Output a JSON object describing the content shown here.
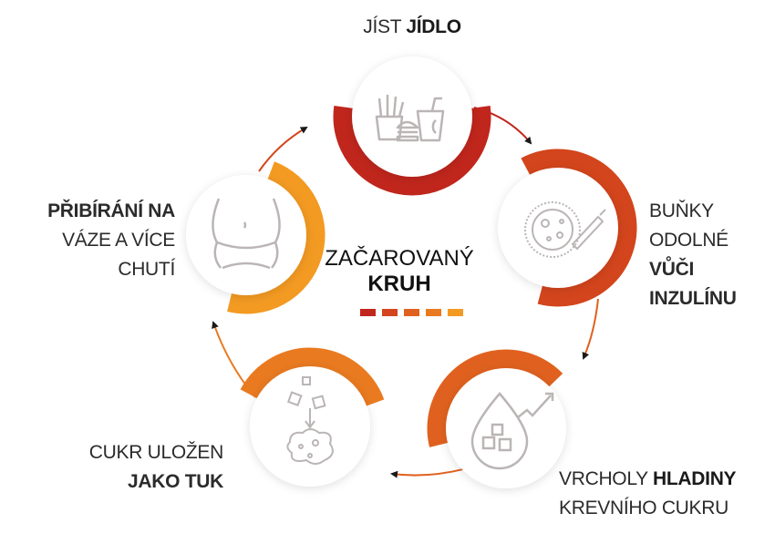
{
  "center": {
    "line1": "ZAČAROVANÝ",
    "line2": "KRUH"
  },
  "colors": [
    "#c0261c",
    "#d3451c",
    "#e0611f",
    "#e97a20",
    "#f39a22"
  ],
  "steps": [
    {
      "id": "eat",
      "normal": "JÍST ",
      "bold": "JÍDLO",
      "icon": "fast-food-icon"
    },
    {
      "id": "insulin",
      "line1": "BUŇKY",
      "line2": "ODOLNÉ",
      "line3": "VŮČI",
      "line4": "INZULÍNU",
      "icon": "cell-syringe-icon"
    },
    {
      "id": "sugar",
      "normal": "VRCHOLY ",
      "bold": "HLADINY",
      "line2": "KREVNÍHO CUKRU",
      "icon": "blood-sugar-icon"
    },
    {
      "id": "fat",
      "line1": "CUKR ULOŽEN",
      "line2": "JAKO TUK",
      "icon": "sugar-to-fat-icon"
    },
    {
      "id": "weight",
      "line1": "PŘIBÍRÁNÍ NA",
      "line2": "VÁZE A VÍCE",
      "line3": "CHUTÍ",
      "icon": "belly-icon"
    }
  ]
}
